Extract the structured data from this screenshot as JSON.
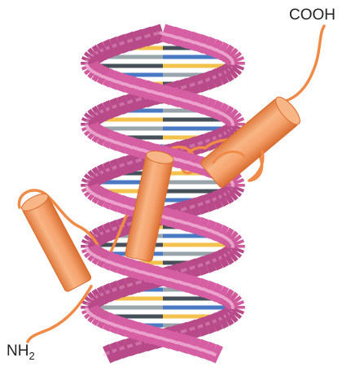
{
  "labels": {
    "c_terminus": "COOH",
    "n_terminus_main": "NH",
    "n_terminus_sub": "2"
  },
  "colors": {
    "strand_back": "#b84a8a",
    "strand_front": "#d65fa3",
    "strand_highlight": "#f2b8d9",
    "base_blue": "#4a79c4",
    "base_yellow": "#f2c14e",
    "base_gray": "#9aa4ab",
    "base_dark": "#47505a",
    "helix_cylinder": "#f5a36e",
    "helix_cylinder_dark": "#e07a3e",
    "polypeptide_chain": "#f08a47",
    "label_text": "#222222"
  }
}
